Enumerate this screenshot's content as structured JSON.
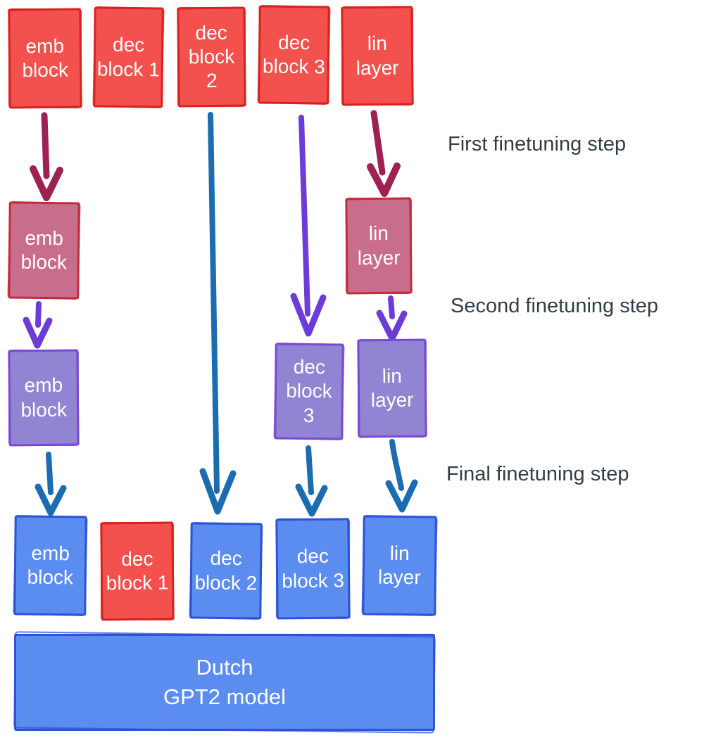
{
  "diagram": {
    "steps": [
      {
        "label": "First finetuning step"
      },
      {
        "label": "Second finetuning step"
      },
      {
        "label": "Final finetuning step"
      }
    ],
    "rows": {
      "pretrained": [
        {
          "label": "emb block"
        },
        {
          "label": "dec block 1"
        },
        {
          "label": "dec block 2"
        },
        {
          "label": "dec block 3"
        },
        {
          "label": "lin layer"
        }
      ],
      "step1": [
        {
          "label": "emb block"
        },
        {
          "label": "lin layer"
        }
      ],
      "step2": [
        {
          "label": "emb block"
        },
        {
          "label": "dec block 3"
        },
        {
          "label": "lin layer"
        }
      ],
      "final": [
        {
          "label": "emb block"
        },
        {
          "label": "dec block 1"
        },
        {
          "label": "dec block 2"
        },
        {
          "label": "dec block 3"
        },
        {
          "label": "lin layer"
        }
      ]
    },
    "model": {
      "line1": "Dutch",
      "line2": "GPT2 model"
    }
  },
  "colors": {
    "red_fill": "#f3514d",
    "red_border": "#d92121",
    "rose_fill": "#c96d8d",
    "rose_border": "#c12c3c",
    "purple_fill": "#9084d3",
    "purple_border": "#7a4ad2",
    "blue_fill": "#5b8cf0",
    "blue_border": "#2f52d9",
    "crimson_arrow": "#9e2153",
    "purple_arrow": "#6c3cd6",
    "blue_arrow": "#1b6cb0",
    "label_text": "#333d46",
    "block_text": "#ffffff"
  }
}
